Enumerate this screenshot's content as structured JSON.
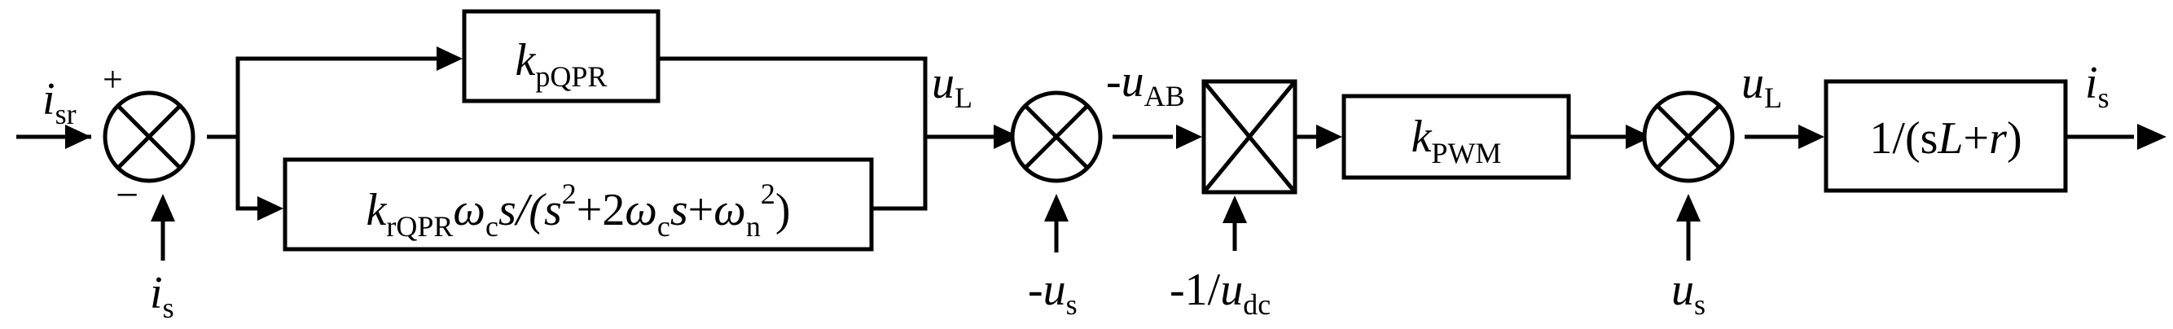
{
  "blocks": {
    "kp": {
      "main": "k",
      "sub": "pQPR"
    },
    "kr": {
      "k": "k",
      "k_sub": "rQPR",
      "omega": "ω",
      "omega_sub": "c",
      "s_div": "s/(",
      "s2": "s",
      "exp2": "2",
      "plus2": "+2",
      "omega2": "ω",
      "omega2_sub": "c",
      "s_mid": "s",
      "plus": "+",
      "omega3": "ω",
      "omega3_sub": "n",
      "exp3": "2",
      "close": ")"
    },
    "kpwm": {
      "main": "k",
      "sub": "PWM"
    },
    "plant": {
      "one": "1/(s",
      "L": "L",
      "plus": "+",
      "r": "r",
      "close": ")"
    }
  },
  "signals": {
    "isr": {
      "main": "i",
      "sub": "sr"
    },
    "plus_sign": "+",
    "minus_sign": "−",
    "is_fb": {
      "main": "i",
      "sub": "s"
    },
    "uL_1": {
      "main": "u",
      "sub": "L"
    },
    "uAB": {
      "prefix": "-",
      "main": "u",
      "sub": "AB"
    },
    "neg_us": {
      "prefix": "-",
      "main": "u",
      "sub": "s"
    },
    "inv_udc": {
      "prefix": "-1/",
      "main": "u",
      "sub": "dc"
    },
    "us": {
      "main": "u",
      "sub": "s"
    },
    "uL_2": {
      "main": "u",
      "sub": "L"
    },
    "is_out": {
      "main": "i",
      "sub": "s"
    }
  }
}
